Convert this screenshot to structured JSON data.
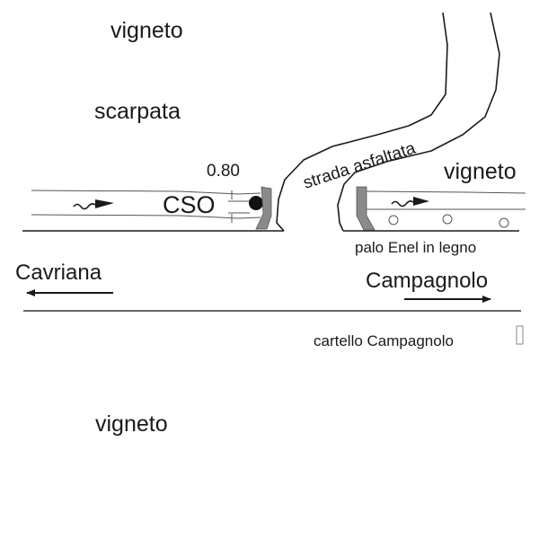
{
  "labels": {
    "vineyard_top": "vigneto",
    "embankment": "scarpata",
    "paved_road": "strada asfaltata",
    "vineyard_right": "vigneto",
    "cso": "CSO",
    "dimension": "0.80",
    "wood_pole": "palo Enel in legno",
    "direction_left": "Cavriana",
    "direction_right": "Campagnolo",
    "sign": "cartello Campagnolo",
    "vineyard_bottom": "vigneto"
  },
  "colors": {
    "line": "#1a1a1a",
    "barrier": "#8a8a8a",
    "background": "#ffffff"
  },
  "icons": {
    "flow_arrow_left_channel": "wavy-right-arrow",
    "flow_arrow_right_channel": "wavy-right-arrow",
    "cso_outlet": "filled-circle",
    "direction_left_arrow": "left-arrow",
    "direction_right_arrow": "right-arrow",
    "sign_marker": "small-rectangle",
    "poles": "hollow-circle"
  }
}
